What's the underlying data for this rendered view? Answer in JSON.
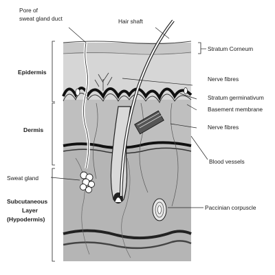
{
  "figure": {
    "layers": {
      "epidermis": "Epidermis",
      "dermis": "Dermis",
      "subcutaneous_line1": "Subcutaneous",
      "subcutaneous_line2": "Layer",
      "subcutaneous_line3": "(Hypodermis)"
    },
    "labels": {
      "pore_line1": "Pore of",
      "pore_line2": "sweat gland duct",
      "hair_shaft": "Hair shaft",
      "stratum_corneum": "Stratum Corneum",
      "nerve_fibres_upper": "Nerve fibres",
      "stratum_germinativum": "Stratum germinativum",
      "basement_membrane": "Basement membrane",
      "nerve_fibres_lower": "Nerve fibres",
      "blood_vessels": "Blood vessels",
      "sweat_gland": "Sweat gland",
      "pacinian_corpuscle": "Paccinian corpuscle"
    },
    "colors": {
      "corneum": "#c9c9c9",
      "epidermis": "#d6d6d6",
      "dermis": "#bdbdbd",
      "hypodermis": "#b3b3b3",
      "ink": "#1a1a1a"
    }
  }
}
